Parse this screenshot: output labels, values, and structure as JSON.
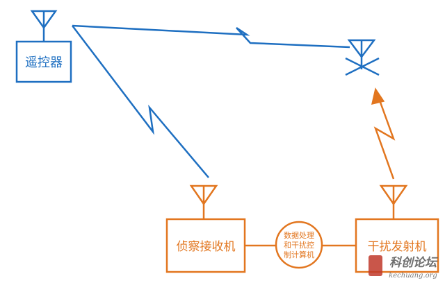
{
  "diagram": {
    "nodes": {
      "remote_controller": {
        "label": "遥控器"
      },
      "recon_receiver": {
        "label": "侦察接收机"
      },
      "processor": {
        "label_lines": [
          "数据处理",
          "和干扰控",
          "制计算机"
        ]
      },
      "jammer_transmitter": {
        "label": "干扰发射机"
      }
    },
    "colors": {
      "control_link": "#1e6fc1",
      "jamming_system": "#e2761f",
      "watermark_red": "#c0392b"
    },
    "watermark": {
      "text": "科创论坛",
      "subtext": "kechuang.org"
    }
  }
}
